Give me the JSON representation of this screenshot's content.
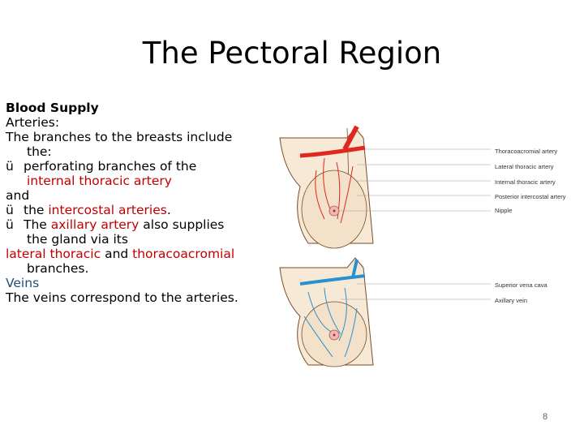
{
  "slide": {
    "title": "The Pectoral Region",
    "page_number": "8"
  },
  "text": {
    "heading": "Blood Supply",
    "arteries": "Arteries:",
    "intro_a": "The branches to the breasts include",
    "intro_b": "the:",
    "check": "ü",
    "item1_a": "perforating branches of the",
    "item1_b": "internal thoracic artery",
    "and": "and",
    "item2_pre": "the ",
    "item2_red": "intercostal arteries",
    "item2_post": ".",
    "item3_pre": "The ",
    "item3_red": "axillary artery",
    "item3_post": " also supplies",
    "item3_b": "the gland via its",
    "lt_red": "lateral thoracic",
    "lt_and": " and ",
    "ta_red": "thoracoacromial",
    "branches": "branches.",
    "veins": "Veins",
    "veins_text": "The veins correspond to the arteries."
  },
  "figure": {
    "labels_arteries": [
      "Thoracoacromial artery",
      "Lateral thoracic artery",
      "Internal thoracic artery",
      "Posterior intercostal artery",
      "Nipple"
    ],
    "labels_veins": [
      "Superior vena cava",
      "Axillary vein"
    ],
    "colors": {
      "artery": "#e0281e",
      "vein": "#2c8fd0",
      "skin": "#f6ead6",
      "outline": "#7a4a2a"
    }
  }
}
